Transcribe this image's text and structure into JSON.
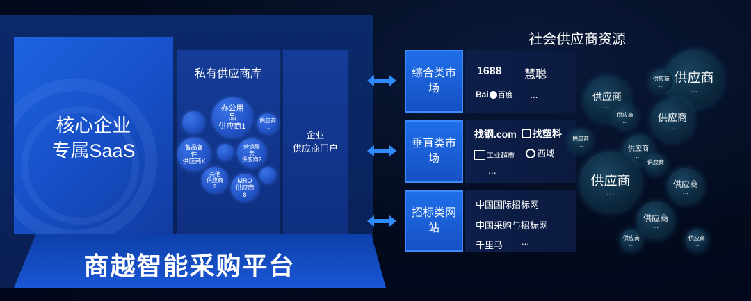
{
  "platform": {
    "title": "商越智能采购平台",
    "core_title": "核心企业\n专属SaaS",
    "private_db_title": "私有供应商库",
    "portal_label": "企业\n供应商门户",
    "bubbles": [
      {
        "label": "..."
      },
      {
        "label": "办公用\n品\n供应商1"
      },
      {
        "label": "供应商\n..."
      },
      {
        "label": "备品备\n件\n供应商X"
      },
      {
        "label": "..."
      },
      {
        "label": "营销服\n务\n供应商2"
      },
      {
        "label": "其他\n供应商\n2"
      },
      {
        "label": "MRO\n供应商\n8"
      },
      {
        "label": "..."
      }
    ]
  },
  "markets": [
    {
      "category": "综合类市\n场",
      "items": [
        "1688",
        "慧聪",
        "百度",
        "..."
      ]
    },
    {
      "category": "垂直类市\n场",
      "items": [
        "找钢.com",
        "找塑料",
        "工业超市",
        "西域",
        "..."
      ]
    },
    {
      "category": "招标类网\n站",
      "items": [
        "中国国际招标网",
        "中国采购与招标网",
        "千里马",
        "..."
      ]
    }
  ],
  "resources": {
    "title": "社会供应商资源",
    "suppliers": [
      {
        "label": "供应商",
        "dots": "..."
      },
      {
        "label": "供应商",
        "dots": "..."
      },
      {
        "label": "供应商",
        "dots": "..."
      },
      {
        "label": "供应商",
        "dots": "..."
      },
      {
        "label": "供应商",
        "dots": "..."
      },
      {
        "label": "供应商",
        "dots": "..."
      },
      {
        "label": "供应商",
        "dots": "..."
      },
      {
        "label": "供应商",
        "dots": "..."
      },
      {
        "label": "供应商",
        "dots": "..."
      },
      {
        "label": "供应商",
        "dots": "..."
      },
      {
        "label": "供应商",
        "dots": "..."
      },
      {
        "label": "供应商",
        "dots": "..."
      },
      {
        "label": "供应商",
        "dots": "..."
      }
    ]
  },
  "colors": {
    "accent": "#1f6fe8",
    "arrow": "#2f8cff",
    "background": "#030a1c"
  }
}
